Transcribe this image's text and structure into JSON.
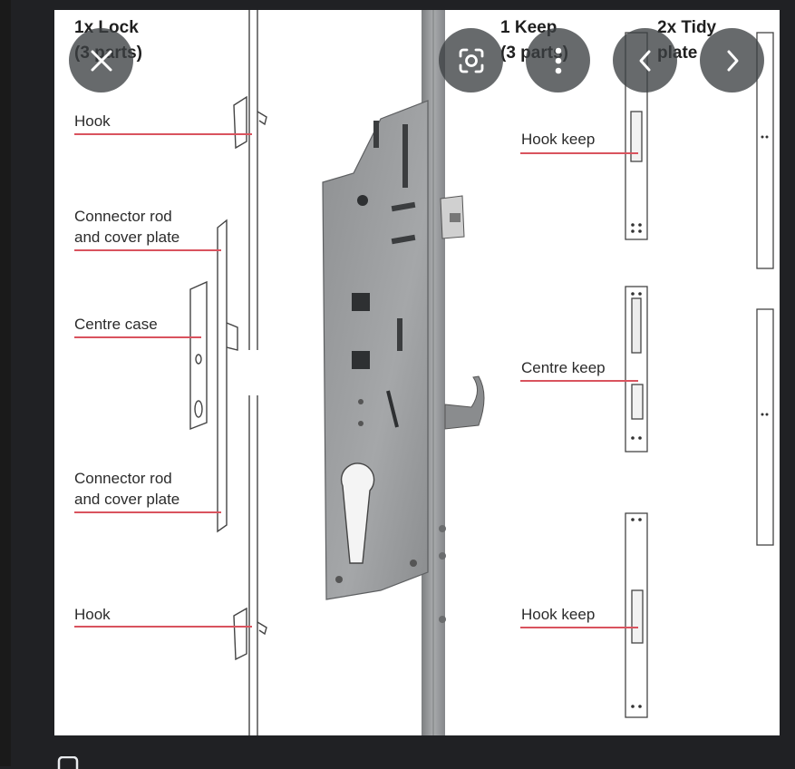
{
  "diagram": {
    "headings": {
      "lock_line1": "1x Lock",
      "lock_line2": "(3 parts)",
      "keep_line1": "1 Keep",
      "keep_line2": "(3 parts)",
      "tidy_line1": "2x Tidy",
      "tidy_line2": "plate"
    },
    "left_labels": {
      "hook_top": "Hook",
      "connector_top_line1": "Connector rod",
      "connector_top_line2": "and cover plate",
      "centre_case": "Centre case",
      "connector_bottom_line1": "Connector rod",
      "connector_bottom_line2": "and cover plate",
      "hook_bottom": "Hook"
    },
    "right_labels": {
      "hook_keep_top": "Hook keep",
      "centre_keep": "Centre keep",
      "hook_keep_bottom": "Hook keep"
    }
  },
  "controls": {
    "close": "close-icon",
    "lens": "lens-icon",
    "more": "more-vertical-icon",
    "previous": "chevron-left-icon",
    "next": "chevron-right-icon"
  },
  "colors": {
    "backdrop": "#202124",
    "label_line": "#d9535e",
    "overlay_button": "#3c4043",
    "metal": "#9a9c9e"
  }
}
